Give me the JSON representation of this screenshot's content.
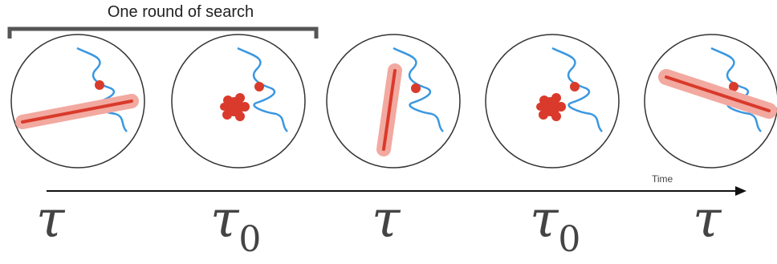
{
  "bracket": {
    "label": "One round of search"
  },
  "timeline": {
    "label": "Time"
  },
  "panels": [
    {
      "kind": "rod",
      "symbol": "τ",
      "subscript": ""
    },
    {
      "kind": "blob",
      "symbol": "τ",
      "subscript": "0"
    },
    {
      "kind": "rod",
      "symbol": "τ",
      "subscript": ""
    },
    {
      "kind": "blob",
      "symbol": "τ",
      "subscript": "0"
    },
    {
      "kind": "rod",
      "symbol": "τ",
      "subscript": ""
    }
  ],
  "colors": {
    "accent": "#d93a2b",
    "halo": "#f2a9a0",
    "strand": "#3a97e0",
    "outline": "#333333"
  }
}
